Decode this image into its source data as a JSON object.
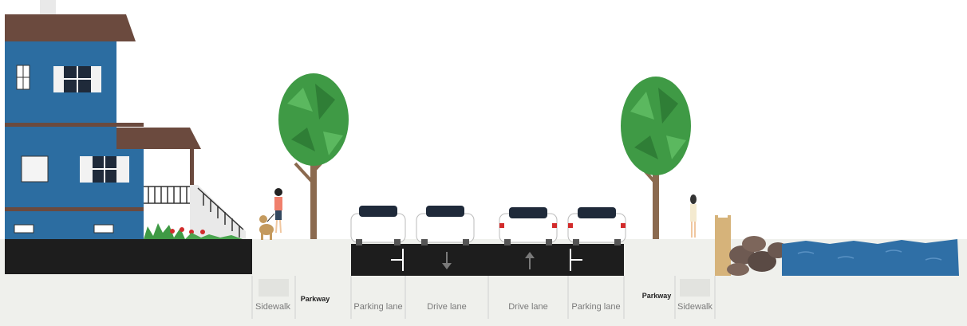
{
  "colors": {
    "house_blue": "#2c6da1",
    "roof_brown": "#6b4a3e",
    "road": "#1d1d1d",
    "ground": "#eff0ec",
    "water": "#2f6fa6",
    "tree_green": "#3f9a45",
    "trunk": "#8b6a4f",
    "seawall": "#d6b37a"
  },
  "labels": {
    "sidewalk_left": "Sidewalk",
    "parkway_left": "Parkway",
    "parking_lane_left": "Parking lane",
    "drive_lane_1": "Drive lane",
    "drive_lane_2": "Drive lane",
    "parking_lane_right": "Parking lane",
    "parkway_right": "Parkway",
    "sidewalk_right": "Sidewalk"
  },
  "icons": [
    "house-icon",
    "tree-icon",
    "car-icon",
    "pedestrian-icon",
    "dog-icon",
    "arrow-down-icon",
    "arrow-up-icon",
    "rocks-icon",
    "water-icon"
  ]
}
